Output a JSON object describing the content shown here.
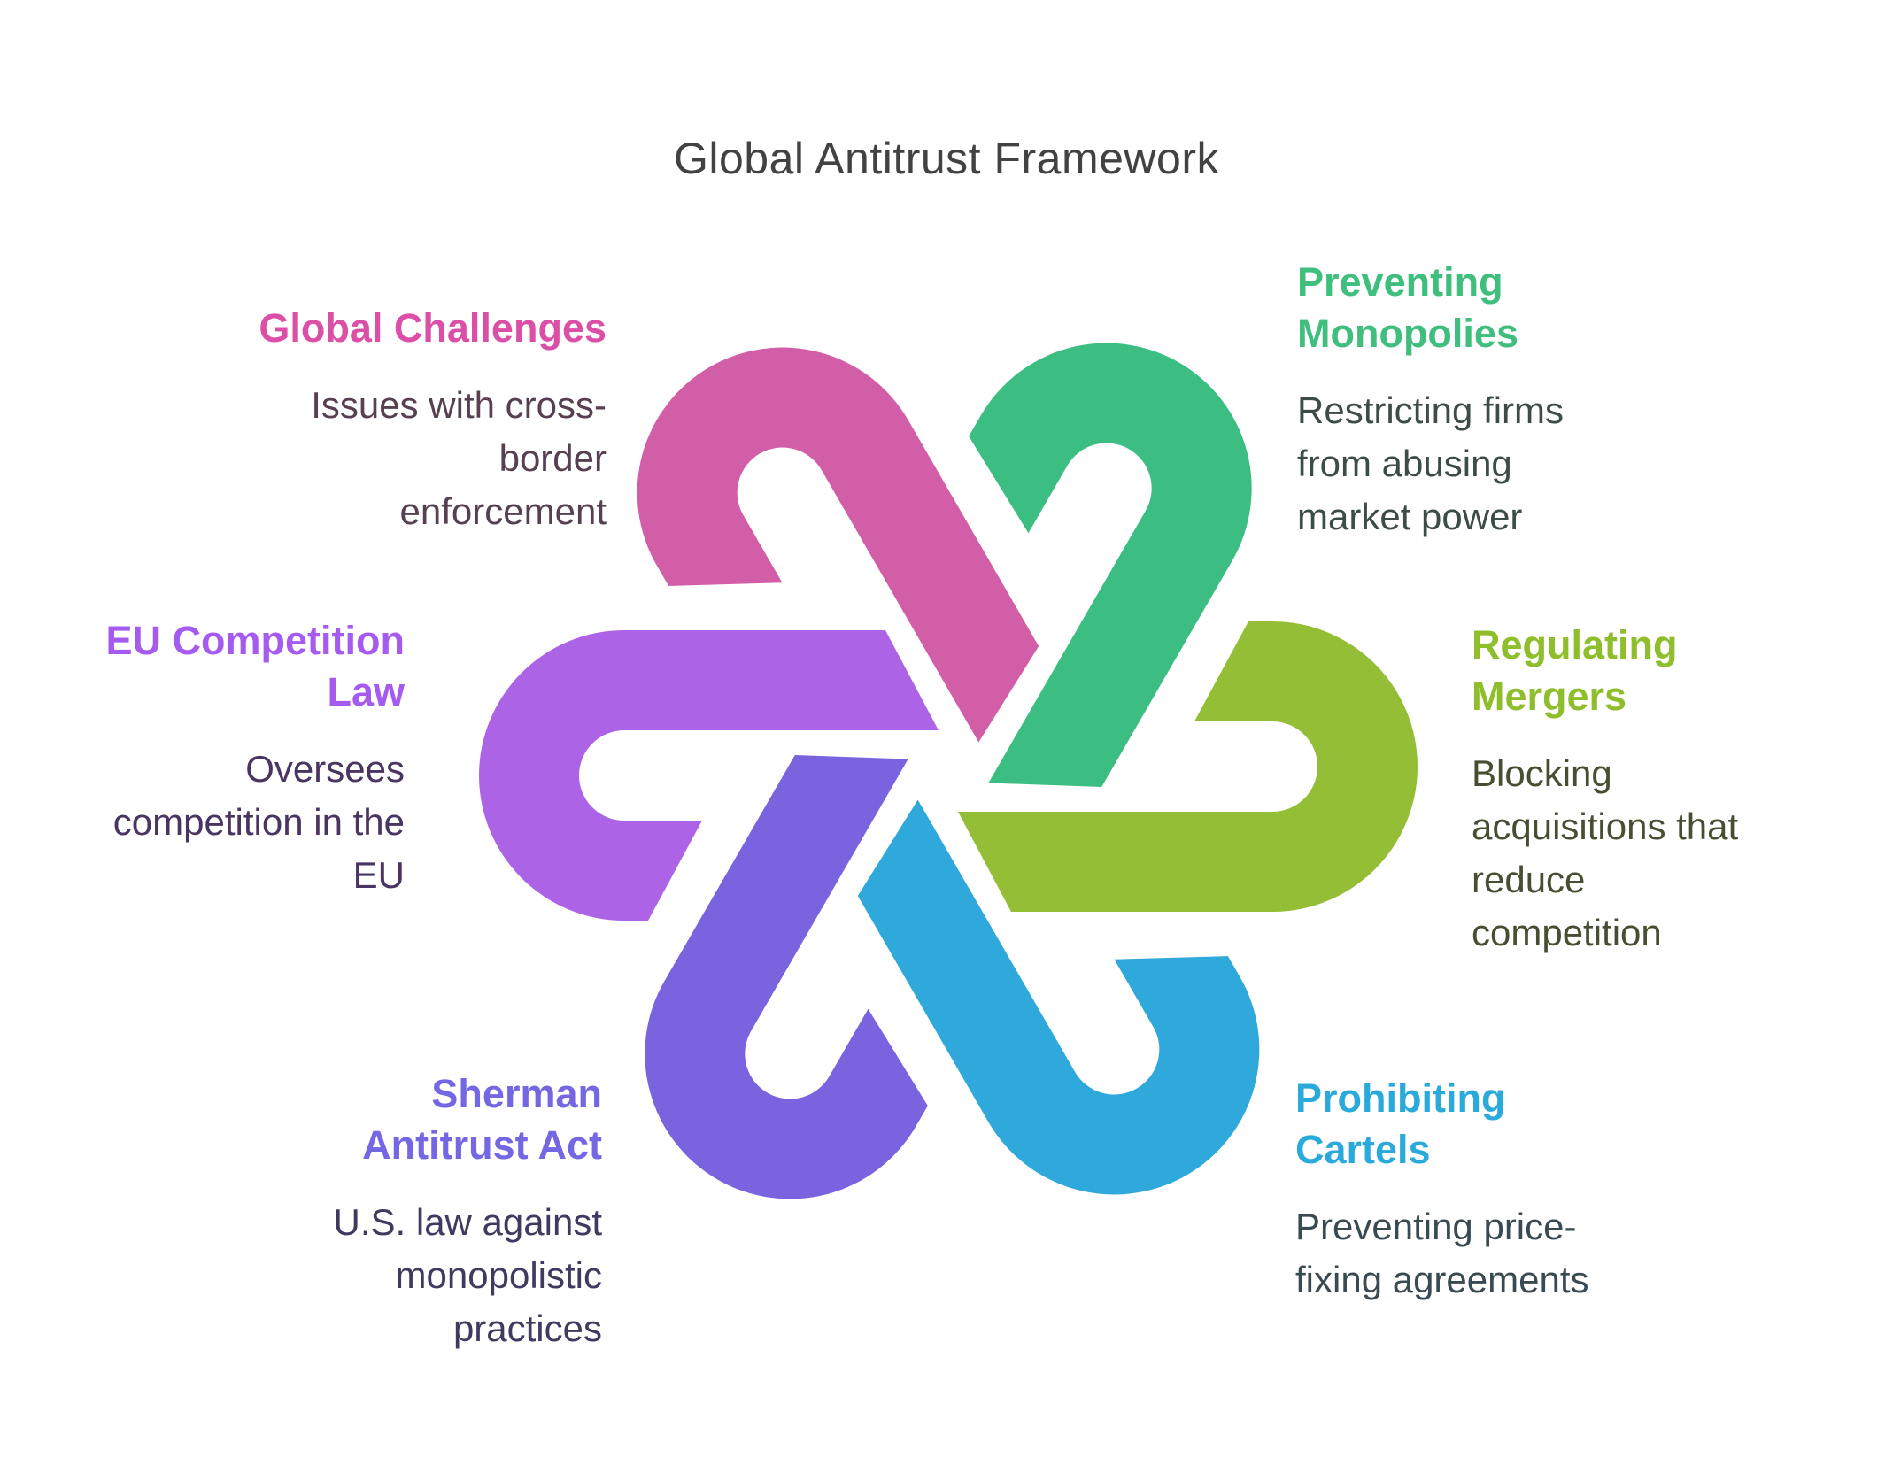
{
  "title": "Global Antitrust Framework",
  "title_color": "#424242",
  "sections": [
    {
      "id": "global-challenges",
      "heading_lines": [
        "Global Challenges"
      ],
      "body_lines": [
        "Issues with cross-",
        "border",
        "enforcement"
      ],
      "heading_color": "#DB4FA7",
      "body_color": "#574052"
    },
    {
      "id": "preventing-monopolies",
      "heading_lines": [
        "Preventing",
        "Monopolies"
      ],
      "body_lines": [
        "Restricting firms",
        "from abusing",
        "market power"
      ],
      "heading_color": "#3FBE7E",
      "body_color": "#3D4D46"
    },
    {
      "id": "eu-competition-law",
      "heading_lines": [
        "EU Competition",
        "Law"
      ],
      "body_lines": [
        "Oversees",
        "competition in the",
        "EU"
      ],
      "heading_color": "#A55BF0",
      "body_color": "#483562"
    },
    {
      "id": "regulating-mergers",
      "heading_lines": [
        "Regulating",
        "Mergers"
      ],
      "body_lines": [
        "Blocking",
        "acquisitions that",
        "reduce",
        "competition"
      ],
      "heading_color": "#8FBE2D",
      "body_color": "#464F32"
    },
    {
      "id": "sherman-antitrust-act",
      "heading_lines": [
        "Sherman",
        "Antitrust Act"
      ],
      "body_lines": [
        "U.S. law against",
        "monopolistic",
        "practices"
      ],
      "heading_color": "#7467E4",
      "body_color": "#403A60"
    },
    {
      "id": "prohibiting-cartels",
      "heading_lines": [
        "Prohibiting",
        "Cartels"
      ],
      "body_lines": [
        "Preventing price-",
        "fixing agreements"
      ],
      "heading_color": "#2AAADB",
      "body_color": "#3A4A52"
    }
  ],
  "knot": {
    "petals": [
      {
        "name": "eu-competition-law",
        "color": "#AC63E6",
        "angle": 0
      },
      {
        "name": "global-challenges",
        "color": "#D25EA8",
        "angle": 60
      },
      {
        "name": "preventing-monopolies",
        "color": "#3CBE82",
        "angle": 120
      },
      {
        "name": "regulating-mergers",
        "color": "#93BE36",
        "angle": 180
      },
      {
        "name": "prohibiting-cartels",
        "color": "#2FA9DB",
        "angle": 240
      },
      {
        "name": "sherman-antitrust-act",
        "color": "#7A63DF",
        "angle": 300
      }
    ]
  }
}
